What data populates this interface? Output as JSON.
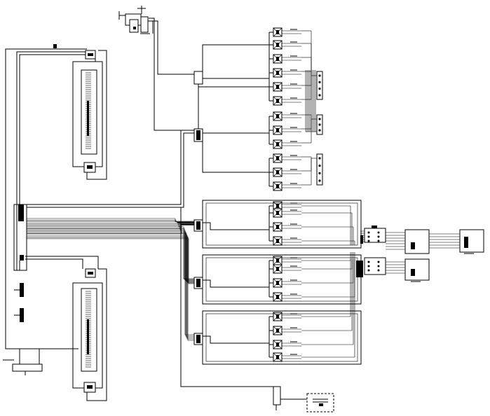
{
  "diagram": {
    "background": "#ffffff",
    "line_color": "#000000",
    "upper_module_rows": 12,
    "lower_module_rows": 12,
    "upper_groups": [
      {
        "id": "A",
        "rows": 6,
        "has_side_panel": true
      },
      {
        "id": "B",
        "rows": 3,
        "has_side_panel": true
      },
      {
        "id": "C",
        "rows": 3,
        "has_side_panel": true
      }
    ],
    "lower_groups": [
      {
        "id": "D",
        "rows": 4
      },
      {
        "id": "E",
        "rows": 4
      },
      {
        "id": "F",
        "rows": 4
      }
    ],
    "right_junction_boxes": 3,
    "vertical_racks": 2,
    "left_terminals": 2
  }
}
